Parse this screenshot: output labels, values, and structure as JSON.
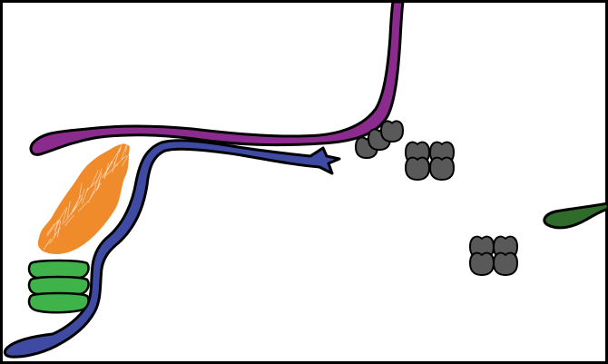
{
  "scene": {
    "background_color": "#ffffff",
    "frame_color": "#000000",
    "elements": [
      {
        "id": "purple-ribbon",
        "kind": "tapered-ribbon",
        "color": "#8b2b8e"
      },
      {
        "id": "blue-ribbon",
        "kind": "tapered-ribbon-with-star-tip",
        "color": "#3f4ba3"
      },
      {
        "id": "dark-green-ribbon",
        "kind": "tapered-ribbon-stub",
        "color": "#2f6b2b"
      },
      {
        "id": "orange-cloud",
        "kind": "hatched-cloud",
        "color": "#f08b2c"
      },
      {
        "id": "green-stack",
        "kind": "stacked-discs",
        "color": "#3fb34a",
        "count": 3
      },
      {
        "id": "gray-cluster-diagonal",
        "kind": "lobed-shapes",
        "color": "#595959",
        "count": 3
      },
      {
        "id": "gray-cluster-square-upper",
        "kind": "lobed-shapes",
        "color": "#595959",
        "count": 4
      },
      {
        "id": "gray-cluster-square-lower",
        "kind": "lobed-shapes",
        "color": "#595959",
        "count": 4
      }
    ]
  }
}
